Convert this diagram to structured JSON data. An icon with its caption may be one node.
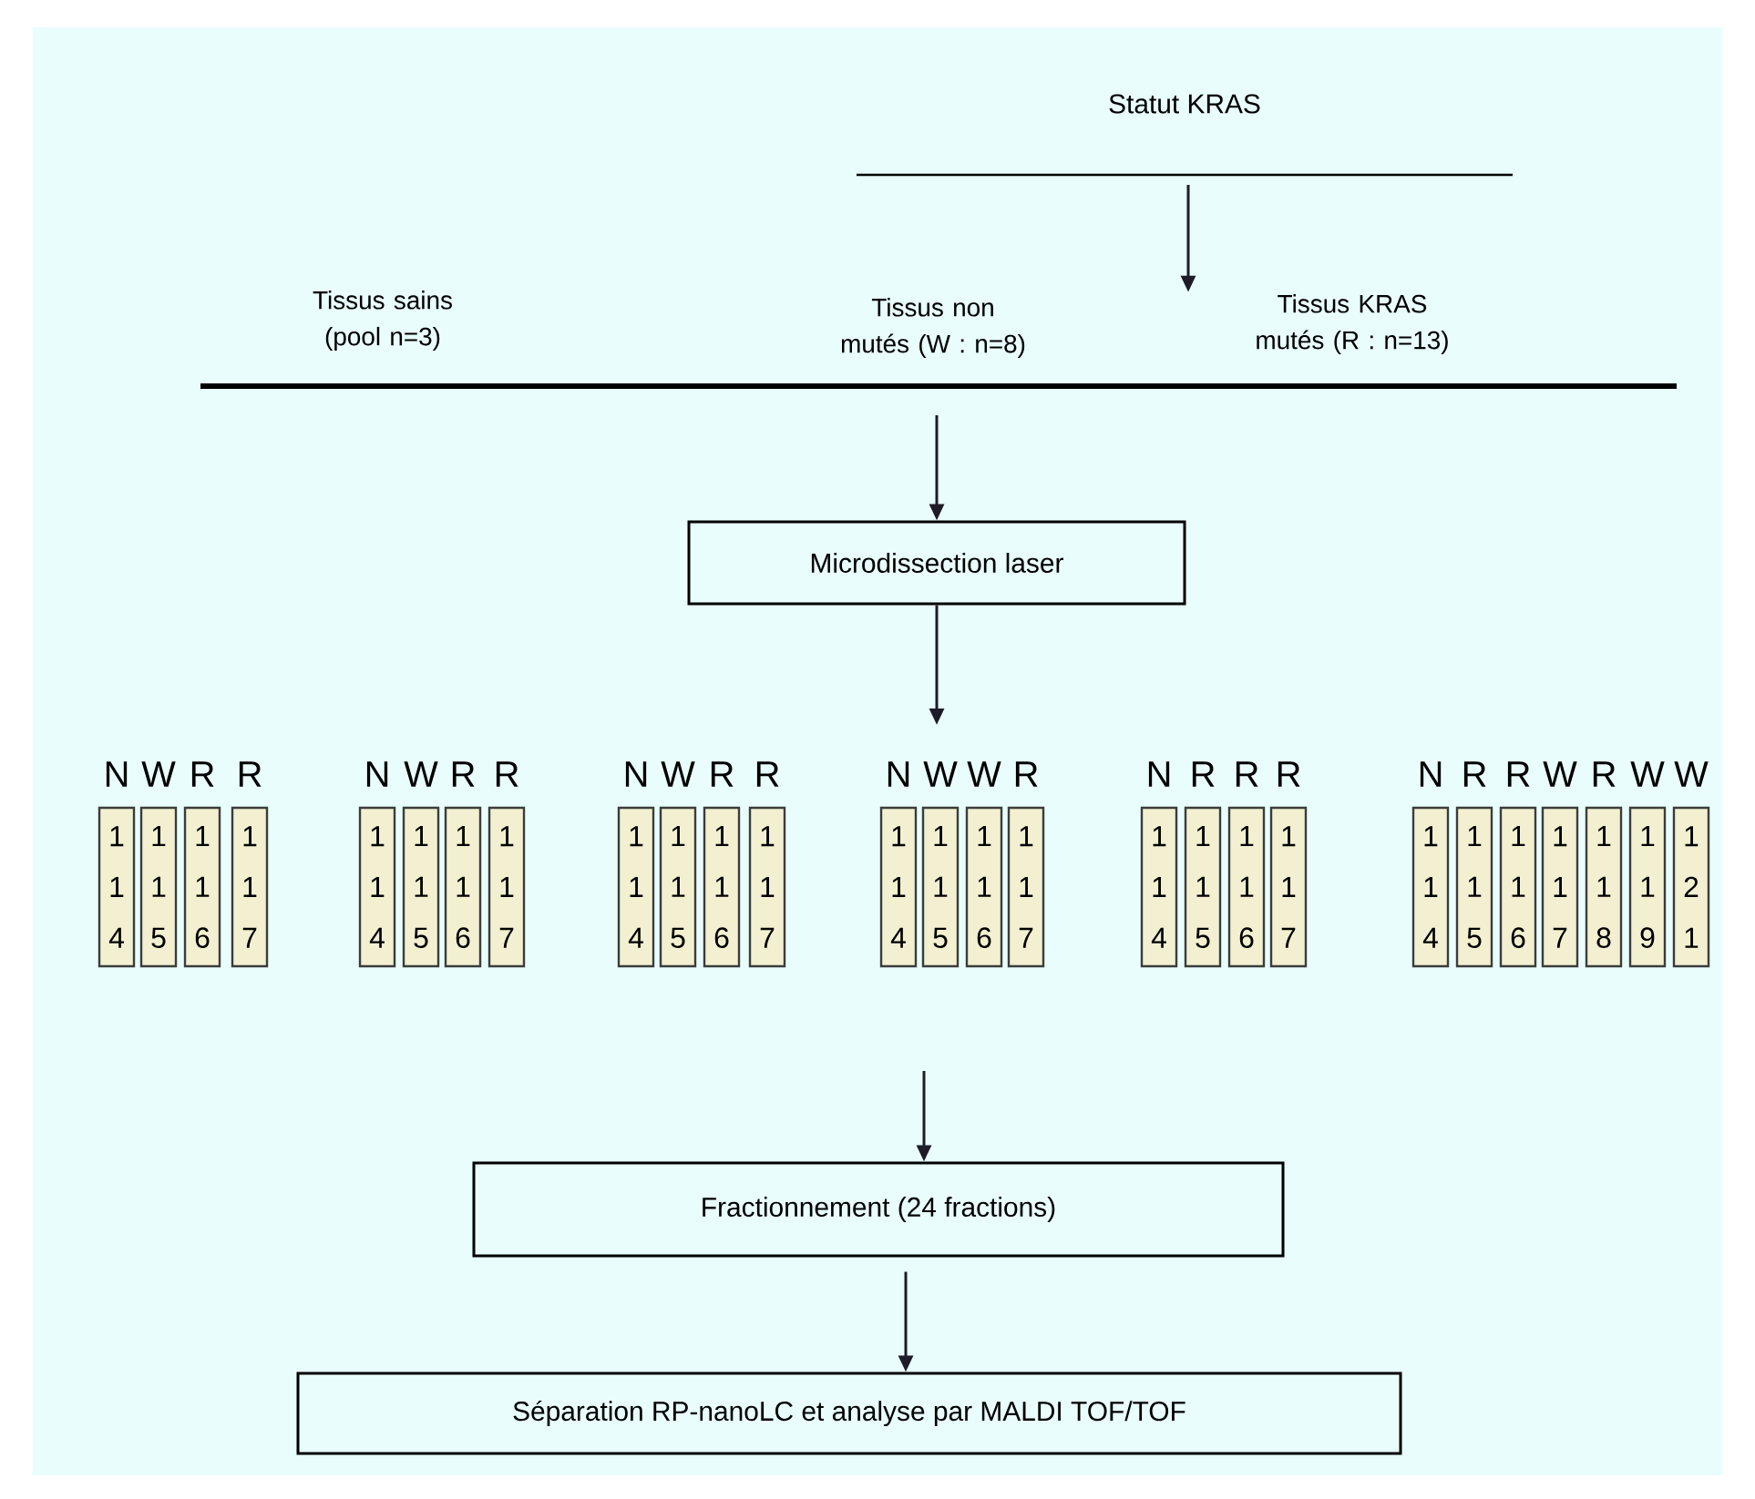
{
  "diagram": {
    "nodes": [
      {
        "text": [
          "Statut KRAS"
        ]
      },
      {
        "text": [
          "Tissus sains (pool n=3)"
        ]
      },
      {
        "text": [
          "Tissus non mutés (W : n=8)"
        ]
      },
      {
        "text": [
          "Tissus KRAS mutés (R : n=13)"
        ]
      },
      {
        "text": [
          "Microdissection laser"
        ]
      },
      {
        "text": [
          "1 1 4"
        ],
        "beside": [
          "N"
        ]
      },
      {
        "text": [
          "1 1 5"
        ],
        "beside": [
          "W"
        ]
      },
      {
        "text": [
          "1 1 6"
        ],
        "beside": [
          "R"
        ]
      },
      {
        "text": [
          "1 1 7"
        ],
        "beside": [
          "R"
        ]
      },
      {
        "text": [
          "1 1 4"
        ],
        "beside": [
          "N"
        ]
      },
      {
        "text": [
          "1 1 5"
        ],
        "beside": [
          "W"
        ]
      },
      {
        "text": [
          "1 1 6"
        ],
        "beside": [
          "R"
        ]
      },
      {
        "text": [
          "1 1 7"
        ],
        "beside": [
          "R"
        ]
      },
      {
        "text": [
          "1 1 4"
        ],
        "beside": [
          "N"
        ]
      },
      {
        "text": [
          "1 1 5"
        ],
        "beside": [
          "W"
        ]
      },
      {
        "text": [
          "1 1 6"
        ],
        "beside": [
          "R"
        ]
      },
      {
        "text": [
          "1 1 7"
        ],
        "beside": [
          "R"
        ]
      },
      {
        "text": [
          "1 1 4"
        ],
        "beside": [
          "N"
        ]
      },
      {
        "text": [
          "1 1 5"
        ],
        "beside": [
          "W"
        ]
      },
      {
        "text": [
          "1 1 6"
        ],
        "beside": [
          "W"
        ]
      },
      {
        "text": [
          "1 1 7"
        ],
        "beside": [
          "R"
        ]
      },
      {
        "text": [
          "1 1 4"
        ],
        "beside": [
          "N"
        ]
      },
      {
        "text": [
          "1 1 5"
        ],
        "beside": [
          "R"
        ]
      },
      {
        "text": [
          "1 1 6"
        ],
        "beside": [
          "R"
        ]
      },
      {
        "text": [
          "1 1 7"
        ],
        "beside": [
          "R"
        ]
      },
      {
        "text": [
          "1 1 4"
        ],
        "beside": [
          "N"
        ]
      },
      {
        "text": [
          "1 1 5"
        ],
        "beside": [
          "R"
        ]
      },
      {
        "text": [
          "1 1 6"
        ],
        "beside": [
          "R"
        ]
      },
      {
        "text": [
          "1 1 7"
        ],
        "beside": [
          "W"
        ]
      },
      {
        "text": [
          "1 1 8"
        ],
        "beside": [
          "R"
        ]
      },
      {
        "text": [
          "1 1 9"
        ],
        "beside": [
          "W"
        ]
      },
      {
        "text": [
          "1 2 1"
        ],
        "beside": [
          "W"
        ]
      },
      {
        "text": [
          "Fractionnement (24 fractions)"
        ]
      },
      {
        "text": [
          "Séparation RP-nanoLC et analyse par MALDI TOF/TOF"
        ]
      }
    ],
    "edges": [
      {
        "from": 0,
        "to": 3,
        "arrow": "to"
      },
      {
        "from": null,
        "to": 4,
        "arrow": "to"
      },
      {
        "from": 4,
        "to": null,
        "arrow": "to"
      },
      {
        "from": null,
        "to": 32,
        "arrow": "to"
      },
      {
        "from": 32,
        "to": 33,
        "arrow": "to"
      }
    ]
  }
}
